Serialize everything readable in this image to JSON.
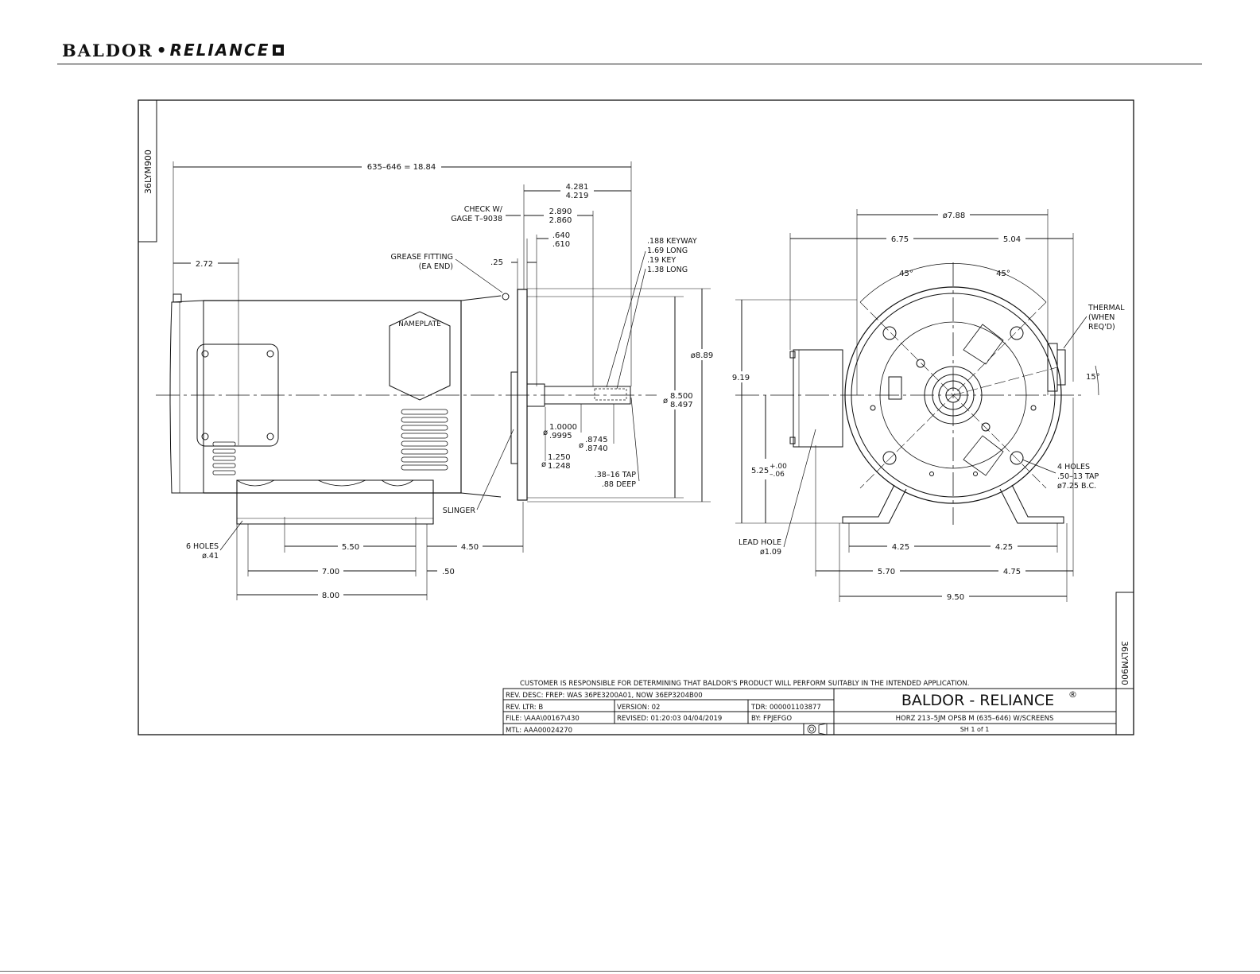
{
  "brand": {
    "left": "BALDOR",
    "dot": "•",
    "right": "RELIANCE"
  },
  "drawing_id": "36LYM900",
  "side_view": {
    "overall_length": "635–646 = 18.84",
    "dim_2_72": "2.72",
    "grease_fitting": [
      "GREASE FITTING",
      "(EA END)"
    ],
    "dim_25": ".25",
    "check_gage": [
      "CHECK W/",
      "GAGE T–9038"
    ],
    "dim_4281": "4.281",
    "dim_4219": "4.219",
    "dim_2890": "2.890",
    "dim_2860": "2.860",
    "dim_640": ".640",
    "dim_610": ".610",
    "keyway": [
      ".188 KEYWAY",
      "1.69 LONG",
      ".19 KEY",
      "1.38 LONG"
    ],
    "nameplate": "NAMEPLATE",
    "dim_889": "ø8.89",
    "dim_8500": "8.500",
    "dim_8497": "8.497",
    "dim_1_0000": "1.0000",
    "dim_9995": ".9995",
    "dim_8745": ".8745",
    "dim_8740": ".8740",
    "dim_1250": "1.250",
    "dim_1248": "1.248",
    "tap": [
      ".38–16 TAP",
      ".88 DEEP"
    ],
    "slinger": "SLINGER",
    "holes": [
      "6 HOLES",
      "ø.41"
    ],
    "dim_550": "5.50",
    "dim_450": "4.50",
    "dim_700": "7.00",
    "dim_50": ".50",
    "dim_800": "8.00",
    "phi": "ø"
  },
  "end_view": {
    "dia_788": "ø7.88",
    "dim_675": "6.75",
    "dim_504": "5.04",
    "angle_left": "45°",
    "angle_right": "45°",
    "thermal": [
      "THERMAL",
      "(WHEN",
      "REQ'D)"
    ],
    "dim_919": "9.19",
    "angle_15": "15°",
    "dim_525": "5.25",
    "tol_plus": "+.00",
    "tol_minus": "–.06",
    "holes4": [
      "4 HOLES",
      ".50–13 TAP",
      "ø7.25 B.C."
    ],
    "lead_hole": [
      "LEAD HOLE",
      "ø1.09"
    ],
    "dim_425_l": "4.25",
    "dim_425_r": "4.25",
    "dim_570": "5.70",
    "dim_475": "4.75",
    "dim_950": "9.50"
  },
  "title_block": {
    "disclaimer": "CUSTOMER IS RESPONSIBLE FOR DETERMINING THAT BALDOR'S PRODUCT WILL PERFORM SUITABLY IN THE INTENDED APPLICATION.",
    "rev_desc": "REV. DESC:  FREP:  WAS 36PE3200A01, NOW 36EP3204B00",
    "rev_ltr": "REV. LTR:  B",
    "version": "VERSION: 02",
    "tdr": "TDR: 000001103877",
    "file": "FILE: \\AAA\\00167\\430",
    "revised": "REVISED: 01:20:03 04/04/2019",
    "by": "BY:  FPJEFGO",
    "mtl": "MTL: AAA00024270",
    "company": "BALDOR - RELIANCE",
    "reg": "®",
    "description": "HORZ 213–5JM OPSB M (635–646) W/SCREENS",
    "sheet": "SH 1 of 1"
  }
}
